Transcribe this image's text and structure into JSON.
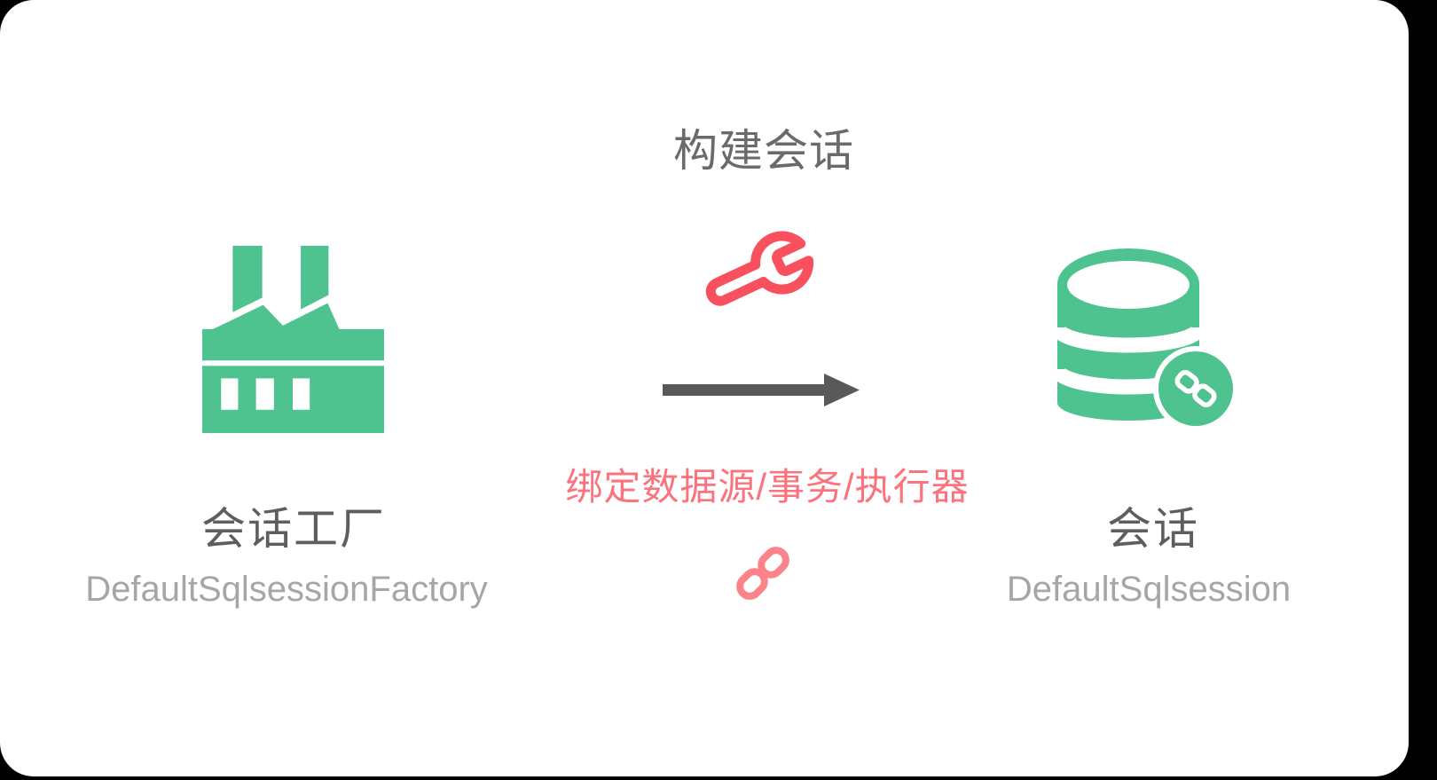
{
  "diagram": {
    "title": "构建会话",
    "annotation": "绑定数据源/事务/执行器"
  },
  "left_node": {
    "icon": "factory-icon",
    "label": "会话工厂",
    "sublabel": "DefaultSqlsessionFactory"
  },
  "center_node": {
    "icons": [
      "wrench-icon",
      "arrow-right-icon",
      "link-icon"
    ]
  },
  "right_node": {
    "icon": "database-link-icon",
    "label": "会话",
    "sublabel": "DefaultSqlsession"
  },
  "colors": {
    "page_background": "#000000",
    "card_background": "#ffffff",
    "icon_green": "#4ec28f",
    "wrench_red": "#f8515d",
    "link_pink": "#fb848b",
    "annotation_red": "#fa737d",
    "title_gray": "#6a6a6a",
    "label_gray": "#5e5e5e",
    "sublabel_gray": "#a6a6a6",
    "arrow_gray": "#595959"
  }
}
